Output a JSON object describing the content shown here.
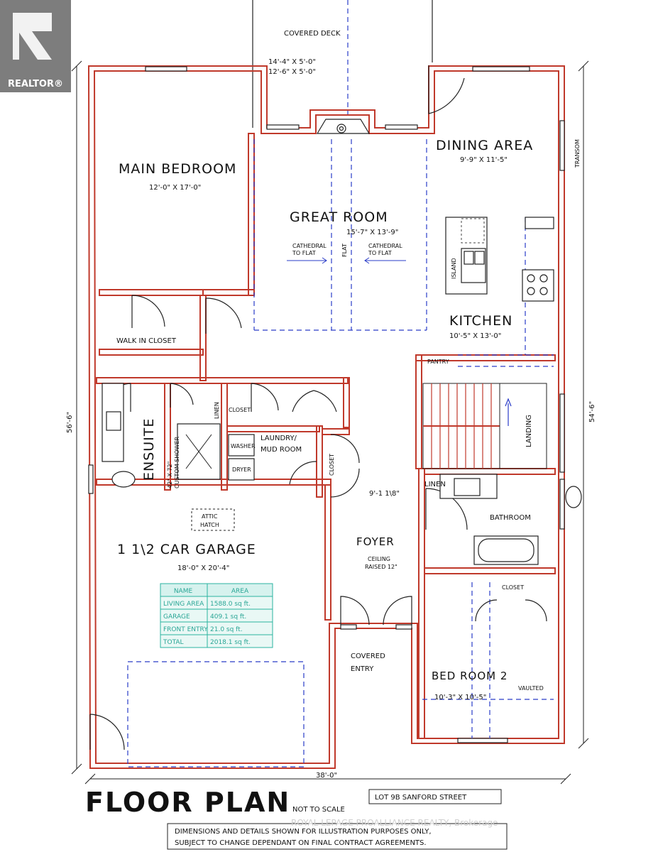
{
  "logo": {
    "text": "REALTOR®"
  },
  "rooms": {
    "covered_deck": {
      "name": "COVERED DECK",
      "dim1": "14'-4\" X 5'-0\"",
      "dim2": "12'-6\" X 5'-0\""
    },
    "main_bedroom": {
      "name": "MAIN BEDROOM",
      "dim": "12'-0\" X 17'-0\""
    },
    "great_room": {
      "name": "GREAT ROOM",
      "dim": "15'-7\" X 13'-9\"",
      "left_note": "CATHEDRAL\nTO FLAT",
      "right_note": "CATHEDRAL\nTO FLAT",
      "center_note": "FLAT"
    },
    "dining": {
      "name": "DINING AREA",
      "dim": "9'-9\" X 11'-5\""
    },
    "kitchen": {
      "name": "KITCHEN",
      "dim": "10'-5\" X 13'-0\"",
      "island": "ISLAND",
      "pantry": "PANTRY"
    },
    "walk_in_closet": {
      "name": "WALK IN CLOSET"
    },
    "ensuite": {
      "name": "ENSUITE",
      "shower": "42\" X 72\"\nCUSTOM SHOWER",
      "linen": "LINEN"
    },
    "closet_a": {
      "name": "CLOSET"
    },
    "laundry": {
      "name": "LAUNDRY/",
      "name2": "MUD ROOM",
      "washer": "WASHER",
      "dryer": "DRYER"
    },
    "closet_b": {
      "name": "CLOSET"
    },
    "landing": {
      "name": "LANDING"
    },
    "bathroom": {
      "name": "BATHROOM",
      "linen": "LINEN"
    },
    "garage": {
      "name": "1 1\\2 CAR GARAGE",
      "dim": "18'-0\" X 20'-4\"",
      "attic": "ATTIC",
      "hatch": "HATCH"
    },
    "foyer": {
      "name": "FOYER",
      "note1": "CEILING",
      "note2": "RAISED 12\"",
      "dim": "9'-1 1\\8\""
    },
    "covered_entry": {
      "name1": "COVERED",
      "name2": "ENTRY"
    },
    "bedroom2": {
      "name": "BED  ROOM 2",
      "dim": "10'-3\" X 10'-5\"",
      "note": "VAULTED",
      "closet": "CLOSET"
    }
  },
  "dimensions": {
    "left": "56'-6\"",
    "right": "54'-6\"",
    "bottom": "38'-0\"",
    "transom": "TRANSOM"
  },
  "area_table": {
    "headers": [
      "NAME",
      "AREA"
    ],
    "rows": [
      [
        "LIVING AREA",
        "1588.0 sq ft."
      ],
      [
        "GARAGE",
        "409.1 sq ft."
      ],
      [
        "FRONT ENTRY",
        "21.0 sq ft."
      ],
      [
        "TOTAL",
        "2018.1 sq ft."
      ]
    ]
  },
  "footer": {
    "title": "FLOOR PLAN",
    "scale": "NOT TO SCALE",
    "lot": "LOT 9B SANFORD STREET",
    "disclaimer1": "DIMENSIONS AND DETAILS SHOWN FOR ILLUSTRATION PURPOSES ONLY,",
    "disclaimer2": "SUBJECT TO CHANGE DEPENDANT ON FINAL CONTRACT AGREEMENTS.",
    "watermark": "ROYAL LEPAGE PROALLIANCE REALTY, Brokerage"
  },
  "colors": {
    "wall": "#c0392b",
    "dashed": "#2a3cc8",
    "table": "#2bb3a0"
  }
}
